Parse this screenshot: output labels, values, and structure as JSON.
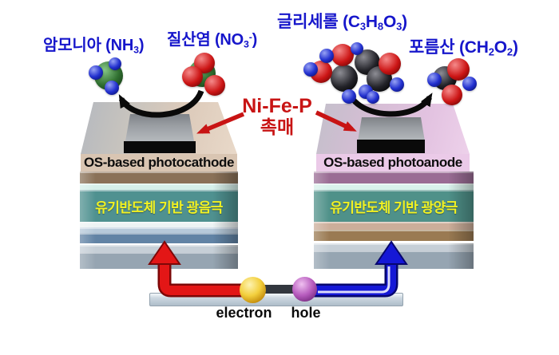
{
  "palette": {
    "label_blue": "#1616cb",
    "accent_red": "#c81414",
    "reaction_arrow_black": "#0a0a0a",
    "electron_arrow_red": "#e31616",
    "hole_arrow_blue": "#1518d6",
    "electron_yellow": "#f3cf3d",
    "hole_purple": "#b75cbe",
    "layer_text_yellow": "#f2f222",
    "photocathode_face": "#d9c5b2",
    "photoanode_face": "#ebcae8"
  },
  "atom_colors": {
    "N": "#2f6e2f",
    "O": "#cc1515",
    "H": "#2230cf",
    "C": "#232329"
  },
  "products": {
    "ammonia": {
      "segments": [
        {
          "t": "암모니아 (NH"
        },
        {
          "t": "3",
          "s": "sub"
        },
        {
          "t": ")"
        }
      ]
    },
    "nitrate": {
      "segments": [
        {
          "t": "질산염 (NO"
        },
        {
          "t": "3",
          "s": "sub"
        },
        {
          "t": "-",
          "s": "sup"
        },
        {
          "t": ")"
        }
      ]
    },
    "glycerol": {
      "segments": [
        {
          "t": "글리세롤 (C"
        },
        {
          "t": "3",
          "s": "sub"
        },
        {
          "t": "H"
        },
        {
          "t": "8",
          "s": "sub"
        },
        {
          "t": "O"
        },
        {
          "t": "3",
          "s": "sub"
        },
        {
          "t": ")"
        }
      ]
    },
    "formic_acid": {
      "segments": [
        {
          "t": "포름산 (CH"
        },
        {
          "t": "2",
          "s": "sub"
        },
        {
          "t": "O"
        },
        {
          "t": "2",
          "s": "sub"
        },
        {
          "t": ")"
        }
      ]
    }
  },
  "catalyst": {
    "line1": "Ni-Fe-P",
    "line2": "촉매"
  },
  "devices": {
    "left": {
      "top_label": "OS-based photocathode",
      "layer_label": "유기반도체 기반 광음극",
      "layers": [
        {
          "color": "#8a7158",
          "h": 15
        },
        {
          "color": "#d6f0ea",
          "h": 8
        },
        {
          "color": "#4f9190",
          "h": 40,
          "text": true
        },
        {
          "color": "#edf3f4",
          "h": 7
        },
        {
          "color": "#b6c9da",
          "h": 7
        },
        {
          "color": "#6183a5",
          "h": 13
        },
        {
          "color": "#c6cfd7",
          "h": 9,
          "gap": 2
        },
        {
          "color": "#96a5b2",
          "h": 21
        }
      ]
    },
    "right": {
      "top_label": "OS-based photoanode",
      "layer_label": "유기반도체 기반 광양극",
      "layers": [
        {
          "color": "#9a6c94",
          "h": 15
        },
        {
          "color": "#d9f2ec",
          "h": 8
        },
        {
          "color": "#4f9189",
          "h": 40,
          "text": true
        },
        {
          "color": "#ccae9a",
          "h": 10
        },
        {
          "color": "#9a7a52",
          "h": 14
        },
        {
          "color": "#c6cfd7",
          "h": 9,
          "gap": 3
        },
        {
          "color": "#96a5b2",
          "h": 23
        }
      ]
    }
  },
  "carriers": {
    "electron_label": "electron",
    "hole_label": "hole"
  },
  "molecules": {
    "nh3": {
      "atoms": [
        [
          136,
          95,
          18,
          "N"
        ],
        [
          144,
          80,
          8,
          "H"
        ],
        [
          120,
          91,
          9,
          "H"
        ],
        [
          140,
          110,
          9,
          "H"
        ]
      ]
    },
    "no3": {
      "atoms": [
        [
          253,
          92,
          17,
          "N"
        ],
        [
          256,
          79,
          13,
          "O"
        ],
        [
          241,
          96,
          13,
          "O"
        ],
        [
          269,
          107,
          13,
          "O"
        ]
      ]
    },
    "glycerol": {
      "atoms": [
        [
          460,
          78,
          16,
          "C"
        ],
        [
          431,
          98,
          17,
          "C"
        ],
        [
          475,
          99,
          16,
          "C"
        ],
        [
          429,
          69,
          14,
          "O"
        ],
        [
          488,
          80,
          14,
          "O"
        ],
        [
          402,
          90,
          14,
          "O"
        ],
        [
          409,
          70,
          9,
          "H"
        ],
        [
          447,
          61,
          8,
          "H"
        ],
        [
          389,
          87,
          9,
          "H"
        ],
        [
          497,
          106,
          9,
          "H"
        ],
        [
          458,
          115,
          9,
          "H"
        ],
        [
          437,
          121,
          9,
          "H"
        ],
        [
          467,
          122,
          8,
          "H"
        ]
      ]
    },
    "formic_acid": {
      "atoms": [
        [
          557,
          98,
          15,
          "C"
        ],
        [
          574,
          87,
          14,
          "O"
        ],
        [
          566,
          119,
          13,
          "O"
        ],
        [
          544,
          100,
          9,
          "H"
        ],
        [
          588,
          105,
          9,
          "H"
        ]
      ]
    }
  }
}
